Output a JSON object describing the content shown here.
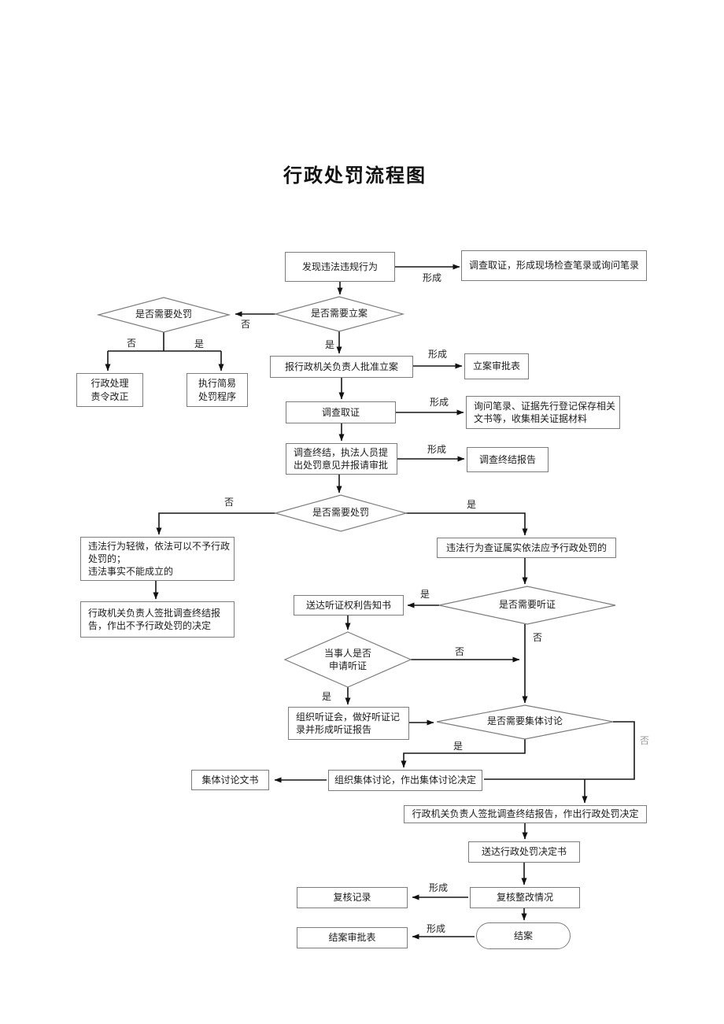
{
  "title": "行政处罚流程图",
  "flowchart": {
    "nodes": {
      "start": "发现违法违规行为",
      "investigation_record": "调查取证，形成现场检查笔录或询问笔录",
      "need_case": "是否需要立案",
      "need_penalty_simple": "是否需要处罚",
      "admin_correct": "行政处理\n责令改正",
      "simple_procedure": "执行简易\n处罚程序",
      "approve_case": "报行政机关负责人批准立案",
      "case_approval_form": "立案审批表",
      "evidence": "调查取证",
      "evidence_docs": "询问笔录、证据先行登记保存相关\n文书等，收集相关证据材料",
      "investigation_end": "调查终结，执法人员提\n出处罚意见并报请审批",
      "investigation_report": "调查终结报告",
      "need_penalty": "是否需要处罚",
      "no_penalty_cases": "违法行为轻微，依法可以不予行政\n处罚的；\n违法事实不能成立的",
      "no_penalty_decision": "行政机关负责人签批调查终结报\n告，作出不予行政处罚的决定",
      "penalty_confirmed": "违法行为查证属实依法应予行政处罚的",
      "need_hearing": "是否需要听证",
      "hearing_notice": "送达听证权利告知书",
      "party_apply_hearing": "当事人是否\n申请听证",
      "hearing_org": "组织听证会，做好听证记\n录并形成听证报告",
      "need_collective": "是否需要集体讨论",
      "collective_discuss": "组织集体讨论，作出集体讨论决定",
      "collective_doc": "集体讨论文书",
      "final_decision": "行政机关负责人签批调查终结报告，作出行政处罚决定",
      "deliver_decision": "送达行政处罚决定书",
      "review": "复核整改情况",
      "review_record": "复核记录",
      "close_case": "结案",
      "close_form": "结案审批表"
    },
    "edge_labels": {
      "formed": "形成",
      "yes": "是",
      "no": "否"
    }
  }
}
